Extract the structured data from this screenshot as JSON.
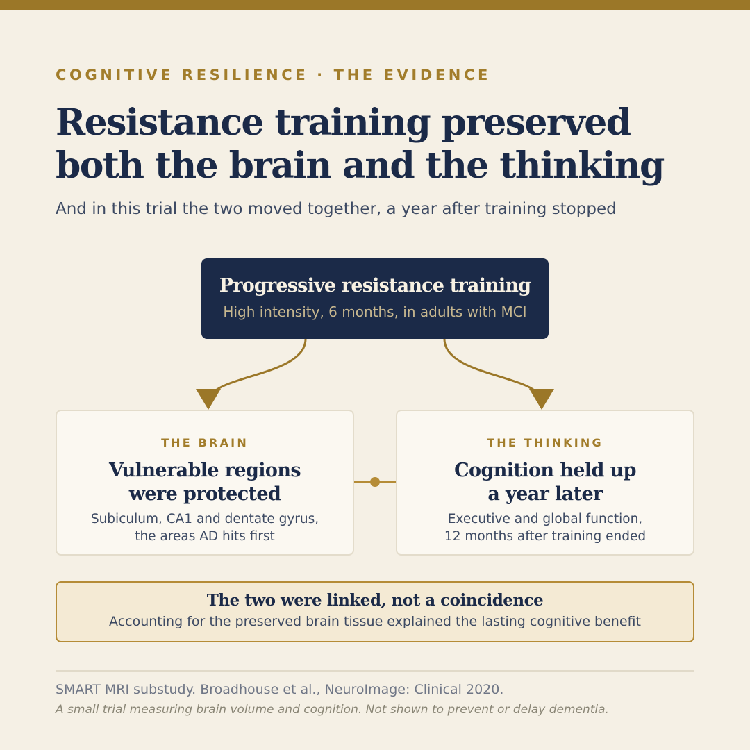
{
  "header": {
    "eyebrow": "COGNITIVE RESILIENCE · THE EVIDENCE",
    "title": "Resistance training preserved both the brain and the thinking",
    "subtitle": "And in this trial the two moved together, a year after training stopped"
  },
  "source": {
    "title": "Progressive resistance training",
    "subtitle": "High intensity, 6 months, in adults with MCI"
  },
  "cards": [
    {
      "kicker": "THE BRAIN",
      "heading_line1": "Vulnerable regions",
      "heading_line2": "were protected",
      "body_line1": "Subiculum, CA1 and dentate gyrus,",
      "body_line2": "the areas AD hits first"
    },
    {
      "kicker": "THE THINKING",
      "heading_line1": "Cognition held up",
      "heading_line2": "a year later",
      "body_line1": "Executive and global function,",
      "body_line2": "12 months after training ended"
    }
  ],
  "link": {
    "title": "The two were linked, not a coincidence",
    "body": "Accounting for the preserved brain tissue explained the lasting cognitive benefit"
  },
  "footer": {
    "citation": "SMART MRI substudy. Broadhouse et al., NeuroImage: Clinical 2020.",
    "disclaimer": "A small trial measuring brain volume and cognition. Not shown to prevent or delay dementia."
  },
  "colors": {
    "background": "#f5f0e5",
    "navy": "#1b2a48",
    "gold": "#9b7728",
    "link_fill": "#f4ead4"
  }
}
